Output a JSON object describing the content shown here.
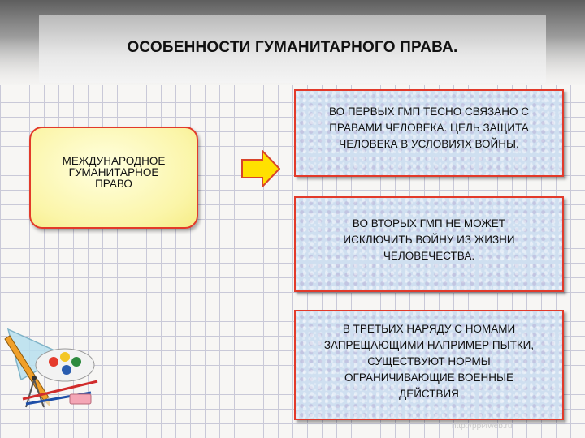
{
  "title": "ОСОБЕННОСТИ ГУМАНИТАРНОГО ПРАВА.",
  "left_box": {
    "lines": [
      "МЕЖДУНАРОДНОЕ",
      "ГУМАНИТАРНОЕ",
      "ПРАВО"
    ]
  },
  "cards": [
    {
      "lines": [
        "ВО ПЕРВЫХ  ГМП  ТЕСНО  СВЯЗАНО С",
        "ПРАВАМИ ЧЕЛОВЕКА. ЦЕЛЬ  ЗАЩИТА",
        "ЧЕЛОВЕКА В УСЛОВИЯХ ВОЙНЫ."
      ]
    },
    {
      "lines": [
        "ВО ВТОРЫХ   ГМП  НЕ МОЖЕТ",
        "ИСКЛЮЧИТЬ ВОЙНУ   ИЗ ЖИЗНИ",
        "ЧЕЛОВЕЧЕСТВА."
      ]
    },
    {
      "lines": [
        "В ТРЕТЬИХ  НАРЯДУ С НОМАМИ",
        "ЗАПРЕЩАЮЩИМИ НАПРИМЕР ПЫТКИ,",
        "СУЩЕСТВУЮТ НОРМЫ",
        "ОГРАНИЧИВАЮЩИЕ  ВОЕННЫЕ",
        "ДЕЙСТВИЯ"
      ]
    }
  ],
  "watermark": "http://ppt4web.ru",
  "colors": {
    "accent_border": "#e23a2a",
    "arrow_fill": "#ffe000",
    "left_box_fill": "#fbf5a8",
    "card_fill": "#cfdff0"
  },
  "icons": [
    "stationery-clipart"
  ]
}
